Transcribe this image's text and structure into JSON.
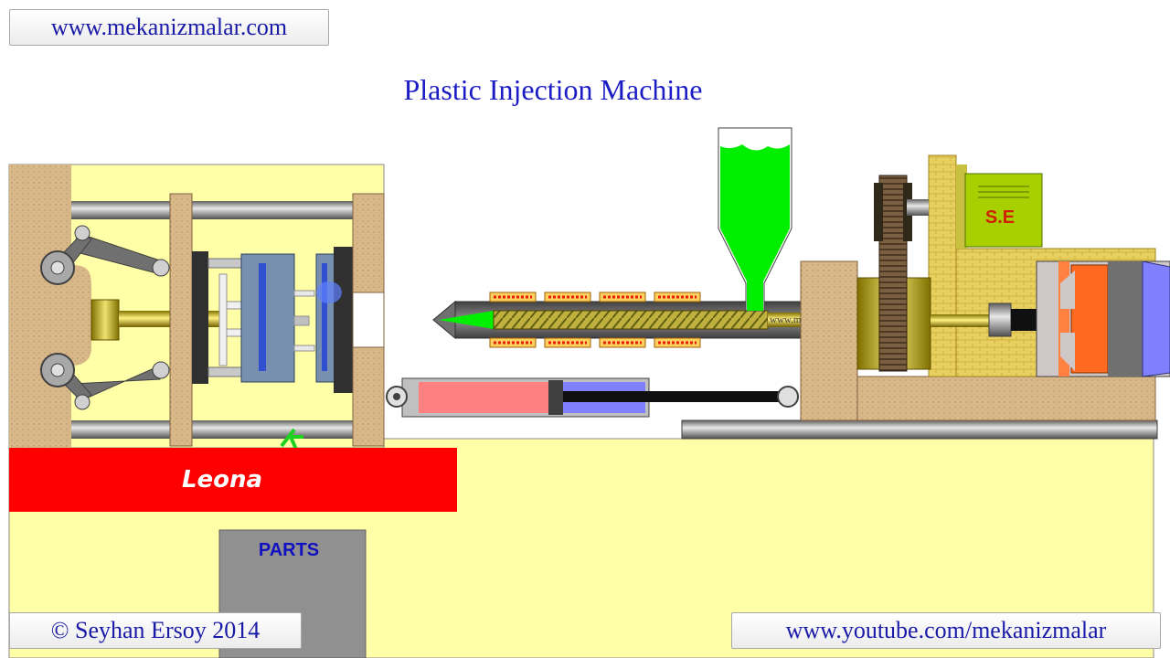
{
  "header": {
    "site_link": "www.mekanizmalar.com",
    "title": "Plastic Injection Machine"
  },
  "diagram": {
    "base_label": "Leona",
    "parts_label": "PARTS",
    "motor_label": "S.E",
    "barrel_watermark": "www.mekanizmalar.com",
    "colors": {
      "frame_yellow": "#ffffa8",
      "wood": "#d8b888",
      "base_red": "#ff0000",
      "plastic_green": "#00ee00",
      "mold_blue": "#7890b0",
      "cylinder_pink": "#ff8080",
      "cylinder_blue": "#8080ff",
      "parts_gray": "#909090"
    }
  },
  "footer": {
    "copyright": "© Seyhan Ersoy 2014",
    "youtube_link": "www.youtube.com/mekanizmalar"
  }
}
